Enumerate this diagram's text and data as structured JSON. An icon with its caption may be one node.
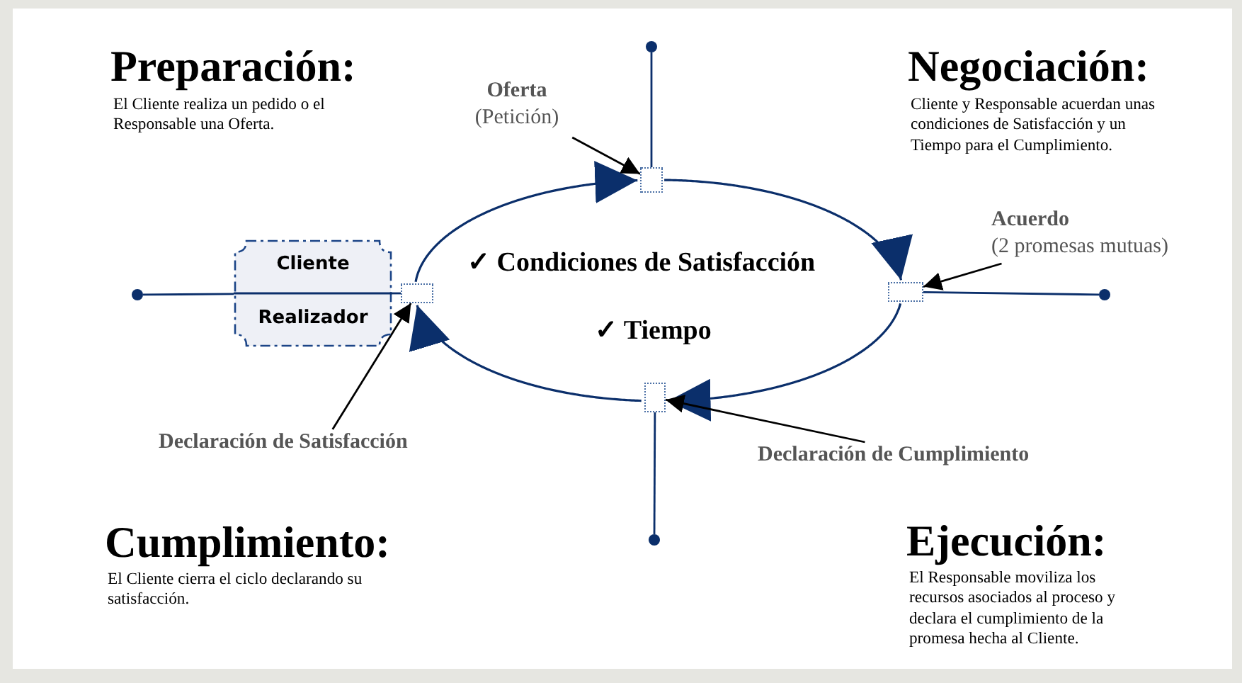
{
  "diagram": {
    "nodes": [
      {
        "text": [
          "Cliente",
          "Realizador"
        ]
      },
      {
        "text": [],
        "shape": "box"
      },
      {
        "text": [],
        "shape": "box"
      },
      {
        "text": [],
        "shape": "box"
      },
      {
        "text": [],
        "shape": "box"
      },
      {
        "text": [],
        "shape": "circle"
      },
      {
        "text": [],
        "shape": "circle"
      },
      {
        "text": [],
        "shape": "circle"
      },
      {
        "text": [],
        "shape": "circle"
      },
      {
        "text": [
          "Oferta",
          "(Petición)"
        ]
      },
      {
        "text": [
          "Acuerdo",
          "(2 promesas mutuas)"
        ]
      },
      {
        "text": [
          "Declaración de Cumplimiento"
        ]
      },
      {
        "text": [
          "Declaración de Satisfacción"
        ]
      }
    ],
    "edges": [
      {
        "from": 1,
        "to": 2,
        "arrow": "to"
      },
      {
        "from": 2,
        "to": 3,
        "arrow": "to"
      },
      {
        "from": 3,
        "to": 4,
        "arrow": "to"
      },
      {
        "from": 4,
        "to": 1,
        "arrow": "to"
      },
      {
        "from": 8,
        "to": 0,
        "arrow": "none"
      },
      {
        "from": 0,
        "to": 1,
        "arrow": "none"
      },
      {
        "from": 2,
        "to": 5,
        "arrow": "none"
      },
      {
        "from": 3,
        "to": 6,
        "arrow": "none"
      },
      {
        "from": 4,
        "to": 7,
        "arrow": "none"
      },
      {
        "from": 9,
        "to": 2,
        "arrow": "to",
        "color": "#000000"
      },
      {
        "from": 10,
        "to": 3,
        "arrow": "to",
        "color": "#000000"
      },
      {
        "from": 11,
        "to": 4,
        "arrow": "to",
        "color": "#000000"
      },
      {
        "from": 12,
        "to": 1,
        "arrow": "to",
        "color": "#000000"
      }
    ],
    "labels": [
      "Preparación:",
      "El Cliente realiza un pedido o el Responsable una Oferta.",
      "Negociación:",
      "Cliente y Responsable acuerdan unas condiciones de Satisfacción y un Tiempo para el Cumplimiento.",
      "✓ Condiciones de Satisfacción",
      "✓ Tiempo",
      "Cumplimiento:",
      "El Cliente cierra el ciclo declarando su satisfacción.",
      "Ejecución:",
      "El Responsable moviliza los recursos asociados al proceso y declara el cumplimiento de la promesa hecha al Cliente."
    ]
  }
}
